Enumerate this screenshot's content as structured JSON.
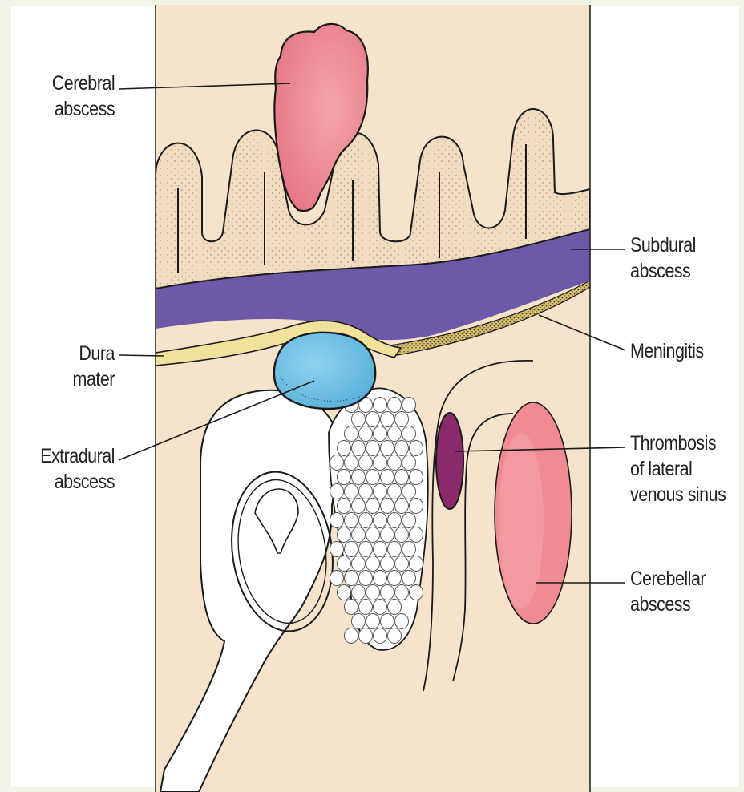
{
  "diagram": {
    "labels": {
      "cerebral_abscess": [
        "Cerebral",
        "abscess"
      ],
      "dura_mater": [
        "Dura",
        "mater"
      ],
      "extradural_abscess": [
        "Extradural",
        "abscess"
      ],
      "subdural_abscess": [
        "Subdural",
        "abscess"
      ],
      "meningitis": [
        "Meningitis"
      ],
      "thrombosis": [
        "Thrombosis",
        "of lateral",
        "venous sinus"
      ],
      "cerebellar_abscess": [
        "Cerebellar",
        "abscess"
      ]
    },
    "colors": {
      "page_border": "#f1f5e6",
      "panel_background": "#f6e3cc",
      "brain_gyri": "#f1dcc0",
      "subdural_purple": "#6c5aa8",
      "dura_yellow": "#f0e29a",
      "cerebral_abscess": "#e56a82",
      "extradural_blue": "#6ec3e6",
      "sinus_thrombosis": "#8b2a6a",
      "cerebellar_abscess": "#f08b94",
      "outline": "#1a1a1a"
    }
  }
}
